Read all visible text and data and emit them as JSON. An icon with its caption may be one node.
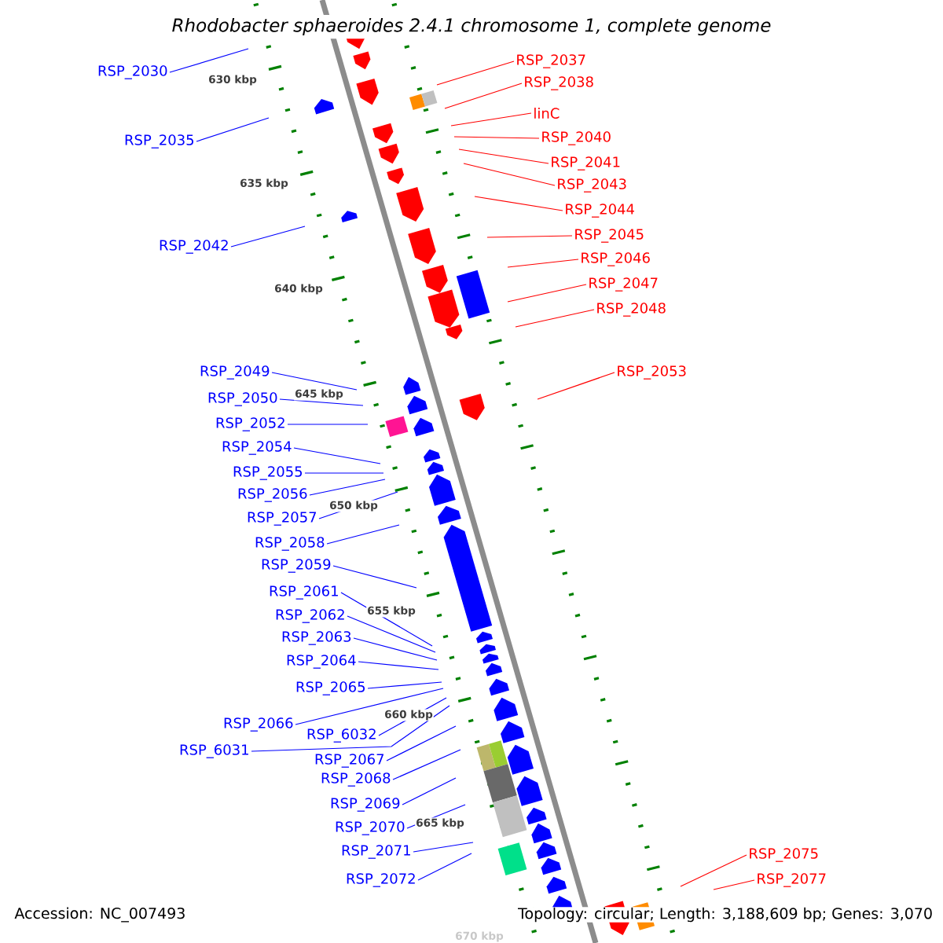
{
  "diagram": {
    "title": "Rhodobacter sphaeroides 2.4.1 chromosome 1, complete genome",
    "nodes": [
      {
        "text": [
          "RSP_2030"
        ]
      },
      {
        "text": [
          "RSP_2037"
        ]
      },
      {
        "text": [
          "RSP_2038"
        ]
      },
      {
        "text": [
          "linC"
        ]
      },
      {
        "text": [
          "RSP_2035"
        ]
      },
      {
        "text": [
          "RSP_2040"
        ]
      },
      {
        "text": [
          "RSP_2041"
        ]
      },
      {
        "text": [
          "RSP_2043"
        ]
      },
      {
        "text": [
          "RSP_2044"
        ]
      },
      {
        "text": [
          "RSP_2042"
        ]
      },
      {
        "text": [
          "RSP_2045"
        ]
      },
      {
        "text": [
          "RSP_2046"
        ]
      },
      {
        "text": [
          "RSP_2047"
        ]
      },
      {
        "text": [
          "RSP_2048"
        ]
      },
      {
        "text": [
          "RSP_2049"
        ]
      },
      {
        "text": [
          "RSP_2053"
        ]
      },
      {
        "text": [
          "RSP_2050"
        ]
      },
      {
        "text": [
          "RSP_2052"
        ]
      },
      {
        "text": [
          "RSP_2054"
        ]
      },
      {
        "text": [
          "RSP_2055"
        ]
      },
      {
        "text": [
          "RSP_2056"
        ]
      },
      {
        "text": [
          "RSP_2057"
        ]
      },
      {
        "text": [
          "RSP_2058"
        ]
      },
      {
        "text": [
          "RSP_2059"
        ]
      },
      {
        "text": [
          "RSP_2061"
        ]
      },
      {
        "text": [
          "RSP_2062"
        ]
      },
      {
        "text": [
          "RSP_2063"
        ]
      },
      {
        "text": [
          "RSP_2064"
        ]
      },
      {
        "text": [
          "RSP_2065"
        ]
      },
      {
        "text": [
          "RSP_2066"
        ]
      },
      {
        "text": [
          "RSP_6032"
        ]
      },
      {
        "text": [
          "RSP_6031"
        ]
      },
      {
        "text": [
          "RSP_2067"
        ]
      },
      {
        "text": [
          "RSP_2068"
        ]
      },
      {
        "text": [
          "RSP_2069"
        ]
      },
      {
        "text": [
          "RSP_2070"
        ]
      },
      {
        "text": [
          "RSP_2071"
        ]
      },
      {
        "text": [
          "RSP_2075"
        ]
      },
      {
        "text": [
          "RSP_2072"
        ]
      },
      {
        "text": [
          "RSP_2077"
        ]
      }
    ],
    "edges": [
      {
        "from": 0,
        "to": null,
        "arrow": "none"
      },
      {
        "from": 1,
        "to": null,
        "arrow": "none",
        "color": "#ff0000"
      },
      {
        "from": 2,
        "to": null,
        "arrow": "none",
        "color": "#ff0000"
      },
      {
        "from": 3,
        "to": null,
        "arrow": "none",
        "color": "#ff0000"
      },
      {
        "from": 4,
        "to": null,
        "arrow": "none"
      },
      {
        "from": 5,
        "to": null,
        "arrow": "none",
        "color": "#ff0000"
      },
      {
        "from": 6,
        "to": null,
        "arrow": "none",
        "color": "#ff0000"
      },
      {
        "from": 7,
        "to": null,
        "arrow": "none",
        "color": "#ff0000"
      },
      {
        "from": 8,
        "to": null,
        "arrow": "none",
        "color": "#ff0000"
      },
      {
        "from": 9,
        "to": null,
        "arrow": "none"
      },
      {
        "from": 10,
        "to": null,
        "arrow": "none",
        "color": "#ff0000"
      },
      {
        "from": 11,
        "to": null,
        "arrow": "none",
        "color": "#ff0000"
      },
      {
        "from": 12,
        "to": null,
        "arrow": "none",
        "color": "#ff0000"
      },
      {
        "from": 13,
        "to": null,
        "arrow": "none",
        "color": "#ff0000"
      },
      {
        "from": 14,
        "to": null,
        "arrow": "none"
      },
      {
        "from": 15,
        "to": null,
        "arrow": "none",
        "color": "#ff0000"
      },
      {
        "from": 16,
        "to": null,
        "arrow": "none"
      },
      {
        "from": 17,
        "to": null,
        "arrow": "none"
      },
      {
        "from": 18,
        "to": null,
        "arrow": "none"
      },
      {
        "from": 19,
        "to": null,
        "arrow": "none"
      },
      {
        "from": 20,
        "to": null,
        "arrow": "none"
      },
      {
        "from": 21,
        "to": null,
        "arrow": "none"
      },
      {
        "from": 22,
        "to": null,
        "arrow": "none"
      },
      {
        "from": 23,
        "to": null,
        "arrow": "none"
      },
      {
        "from": 24,
        "to": null,
        "arrow": "none"
      },
      {
        "from": 25,
        "to": null,
        "arrow": "none"
      },
      {
        "from": 26,
        "to": null,
        "arrow": "none"
      },
      {
        "from": 27,
        "to": null,
        "arrow": "none"
      },
      {
        "from": 28,
        "to": null,
        "arrow": "none"
      },
      {
        "from": 29,
        "to": null,
        "arrow": "none"
      },
      {
        "from": 30,
        "to": null,
        "arrow": "none"
      },
      {
        "from": 31,
        "to": null,
        "arrow": "none"
      },
      {
        "from": 32,
        "to": null,
        "arrow": "none"
      },
      {
        "from": 33,
        "to": null,
        "arrow": "none"
      },
      {
        "from": 34,
        "to": null,
        "arrow": "none"
      },
      {
        "from": 35,
        "to": null,
        "arrow": "none"
      },
      {
        "from": 36,
        "to": null,
        "arrow": "none"
      },
      {
        "from": 37,
        "to": null,
        "arrow": "none",
        "color": "#ff0000"
      },
      {
        "from": 38,
        "to": null,
        "arrow": "none"
      },
      {
        "from": 39,
        "to": null,
        "arrow": "none",
        "color": "#ff0000"
      }
    ],
    "labels": [
      "630 kbp",
      "635 kbp",
      "640 kbp",
      "645 kbp",
      "650 kbp",
      "655 kbp",
      "660 kbp",
      "665 kbp",
      "670 kbp",
      "Accession: NC_007493",
      "Topology: circular; Length: 3,188,609 bp; Genes: 3,070"
    ]
  }
}
